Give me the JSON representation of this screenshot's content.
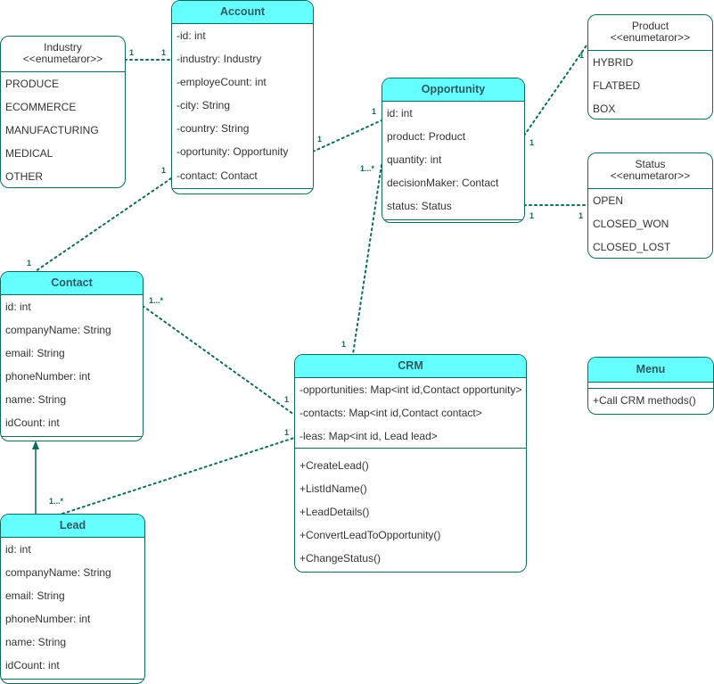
{
  "classes": {
    "account": {
      "title": "Account",
      "attrs": [
        "-id: int",
        "-industry: Industry",
        "-employeCount: int",
        "-city: String",
        "-country: String",
        "-oportunity: Opportunity",
        "-contact: Contact"
      ]
    },
    "opportunity": {
      "title": "Opportunity",
      "attrs": [
        "id: int",
        "product: Product",
        "quantity: int",
        "decisionMaker: Contact",
        "status: Status"
      ]
    },
    "contact": {
      "title": "Contact",
      "attrs": [
        "id: int",
        "companyName: String",
        "email: String",
        "phoneNumber: int",
        "name: String",
        "idCount: int"
      ]
    },
    "lead": {
      "title": "Lead",
      "attrs": [
        "id: int",
        "companyName: String",
        "email: String",
        "phoneNumber: int",
        "name: String",
        "idCount: int"
      ]
    },
    "crm": {
      "title": "CRM",
      "attrs": [
        "-opportunities: Map<int id,Contact opportunity>",
        "-contacts: Map<int id,Contact contact>",
        "-leas: Map<int id, Lead lead>"
      ],
      "methods": [
        "+CreateLead()",
        "+ListIdName()",
        "+LeadDetails()",
        "+ConvertLeadToOpportunity()",
        "+ChangeStatus()"
      ]
    },
    "menu": {
      "title": "Menu",
      "methods": [
        "+Call CRM  methods()"
      ]
    }
  },
  "enums": {
    "industry": {
      "name": "Industry",
      "stereotype": "<<enumetaror>>",
      "values": [
        "PRODUCE",
        "ECOMMERCE",
        "MANUFACTURING",
        "MEDICAL",
        "OTHER"
      ]
    },
    "product": {
      "name": "Product",
      "stereotype": "<<enumetaror>>",
      "values": [
        "HYBRID",
        "FLATBED",
        "BOX"
      ]
    },
    "status": {
      "name": "Status",
      "stereotype": "<<enumetaror>>",
      "values": [
        "OPEN",
        "CLOSED_WON",
        "CLOSED_LOST"
      ]
    }
  },
  "multiplicities": {
    "industry_account_a": "1",
    "industry_account_b": "1",
    "account_opp_a": "1",
    "account_opp_b": "1",
    "account_contact_a": "1",
    "account_contact_b": "1",
    "opp_product_a": "1",
    "opp_product_b": "1",
    "opp_status_a": "1",
    "opp_status_b": "1",
    "opp_crm_a": "1...*",
    "opp_crm_b": "1",
    "contact_crm_a": "1...*",
    "contact_crm_b": "1",
    "lead_crm_a": "1...*",
    "lead_crm_b": "1"
  },
  "colors": {
    "class_header": "#66ffff",
    "border": "#0f6b5e"
  }
}
